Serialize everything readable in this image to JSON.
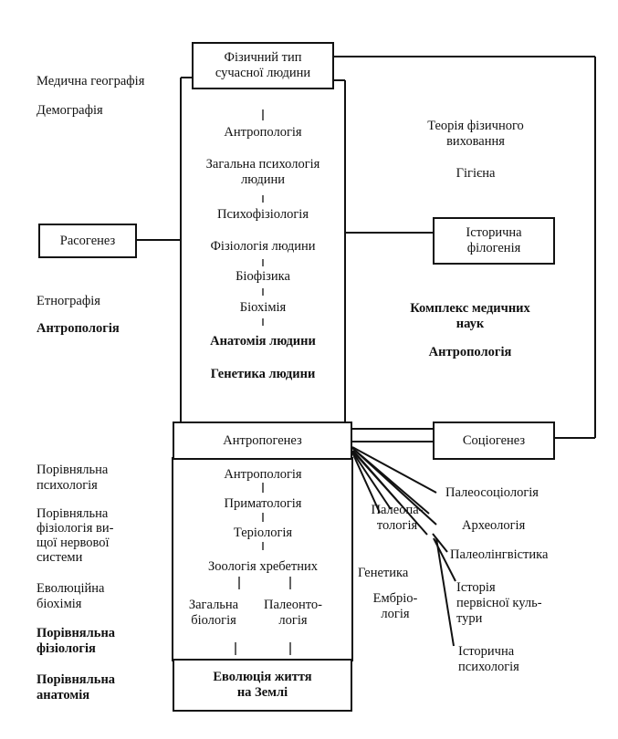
{
  "boxes": {
    "physical_type": [
      "Фізичний тип",
      "сучасної людини"
    ],
    "rasogenesis": "Расогенез",
    "historical_phylogeny": [
      "Історична",
      "філогенія"
    ],
    "anthropogenesis": "Антропогенез",
    "sociogenesis": "Соціогенез",
    "evolution_life": [
      "Еволюція життя",
      "на Землі"
    ]
  },
  "top_left": [
    "Медична географія",
    "Демографія"
  ],
  "top_right": {
    "theory": [
      "Теорія фізичного",
      "виховання"
    ],
    "hygiene": "Гігієна"
  },
  "center_column": [
    "Антропологія",
    [
      "Загальна психологія",
      "людини"
    ],
    "Психофізіологія",
    "Фізіологія людини",
    "Біофізика",
    "Біохімія",
    "Анатомія людини",
    "Генетика людини"
  ],
  "mid_left": [
    "Етнографія",
    "Антропологія"
  ],
  "mid_right": {
    "complex": [
      "Комплекс медичних",
      "наук"
    ],
    "anthropology": "Антропологія"
  },
  "lower_column": {
    "anthropology": "Антропологія",
    "primatology": "Приматологія",
    "theriology": "Теріологія",
    "zoology": "Зоологія хребетних",
    "general_biology": [
      "Загальна",
      "біологія"
    ],
    "paleontology": [
      "Палеонто-",
      "логія"
    ]
  },
  "bottom_left": [
    [
      "Порівняльна",
      "психологія"
    ],
    [
      "Порівняльна",
      "фізіологія ви-",
      "щої нервової",
      "системи"
    ],
    [
      "Еволюційна",
      "біохімія"
    ],
    [
      "Порівняльна",
      "фізіологія"
    ],
    [
      "Порівняльна",
      "анатомія"
    ]
  ],
  "fan": {
    "paleopathology": [
      "Палеопа-",
      "тологія"
    ],
    "genetics": "Генетика",
    "embryology": [
      "Ембріо-",
      "логія"
    ],
    "paleosociology": "Палеосоціологія",
    "archaeology": "Археологія",
    "paleolinguistics": "Палеолінгвістика",
    "primitive_culture": [
      "Історія",
      "первісної куль-",
      "тури"
    ],
    "historical_psychology": [
      "Історична",
      "психологія"
    ]
  }
}
